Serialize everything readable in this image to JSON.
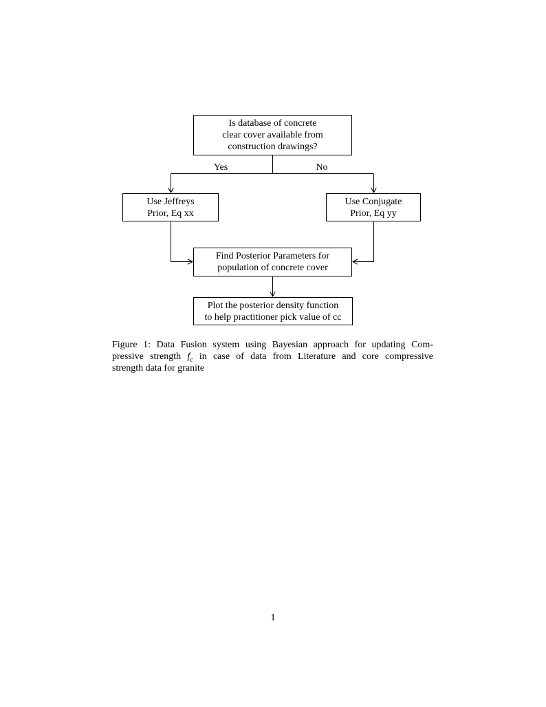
{
  "page": {
    "number": "1"
  },
  "flowchart": {
    "nodes": {
      "question": {
        "lines": [
          "Is database of concrete",
          "clear cover available from",
          "construction drawings?"
        ]
      },
      "jeffreys": {
        "lines": [
          "Use Jeffreys",
          "Prior, Eq xx"
        ]
      },
      "conjugate": {
        "lines": [
          "Use Conjugate",
          "Prior, Eq yy"
        ]
      },
      "posterior": {
        "lines": [
          "Find Posterior Parameters for",
          "population of concrete cover"
        ]
      },
      "plot": {
        "lines": [
          "Plot the posterior density function",
          "to help practitioner pick value of cc"
        ]
      }
    },
    "edge_labels": {
      "yes": "Yes",
      "no": "No"
    }
  },
  "caption": {
    "line1": "Figure 1: Data Fusion system using Bayesian approach for updating Com-",
    "line2_pre": "pressive strength ",
    "line2_math_symbol": "f",
    "line2_math_subscript": "c",
    "line2_post": " in case of data from Literature and core compressive",
    "line3": "strength data for granite"
  },
  "colors": {
    "ink": "#000000",
    "background": "#ffffff"
  }
}
